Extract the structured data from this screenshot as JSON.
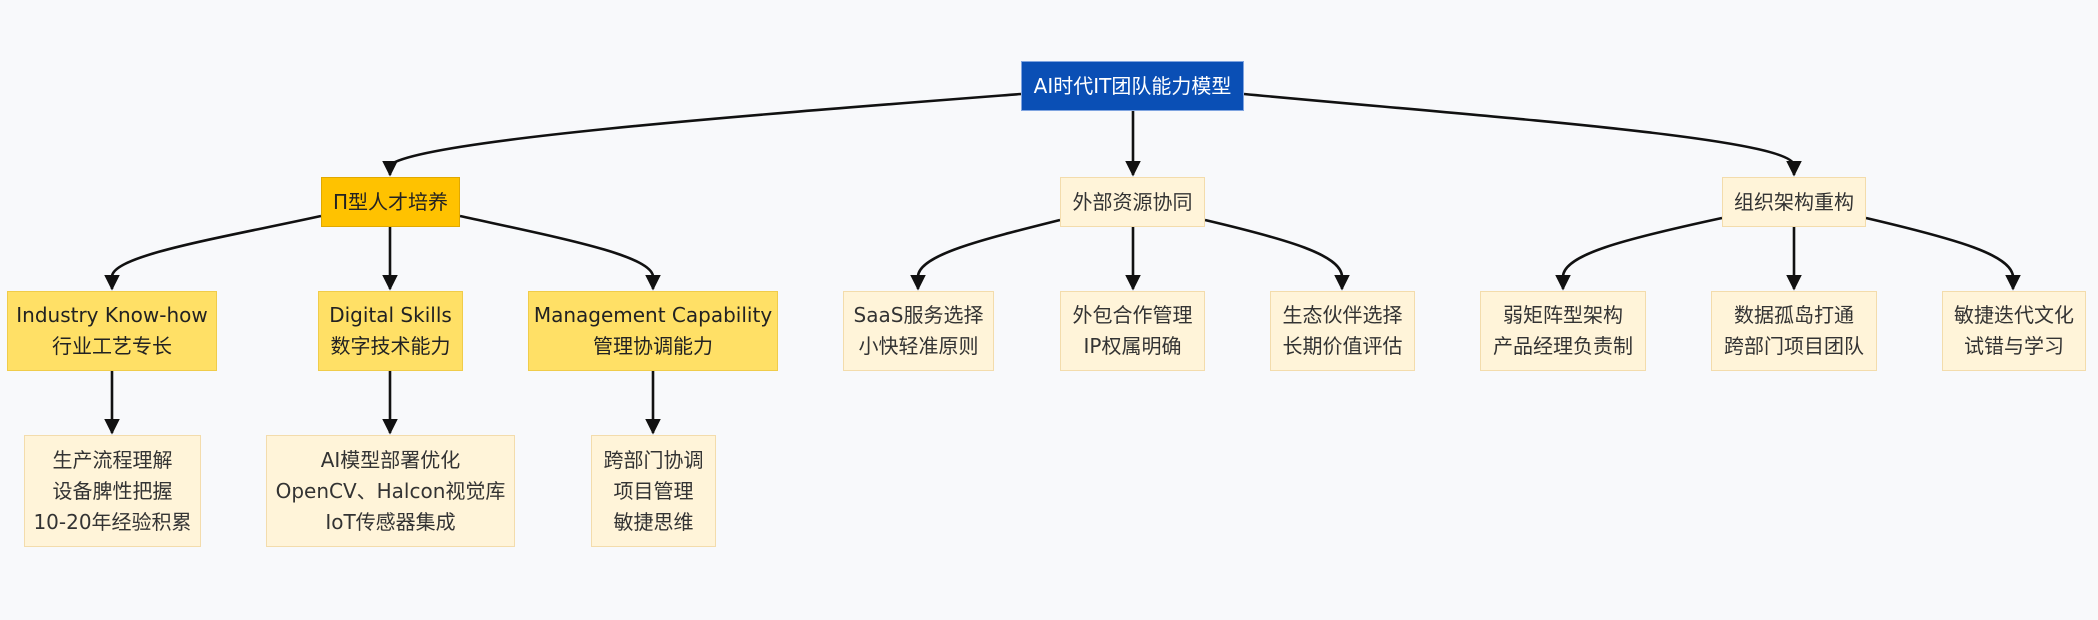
{
  "colors": {
    "edge": "#111111",
    "root_fill": "#0a4fb5",
    "strong_fill": "#ffc200",
    "mid_fill": "#ffe066",
    "light_fill": "#fff4d9"
  },
  "diagram": {
    "root": {
      "lines": [
        "AI时代IT团队能力模型"
      ]
    },
    "pi_talent": {
      "lines": [
        "Π型人才培养"
      ]
    },
    "external": {
      "lines": [
        "外部资源协同"
      ]
    },
    "org": {
      "lines": [
        "组织架构重构"
      ]
    },
    "industry": {
      "lines": [
        "Industry Know-how",
        "行业工艺专长"
      ]
    },
    "digital": {
      "lines": [
        "Digital Skills",
        "数字技术能力"
      ]
    },
    "management": {
      "lines": [
        "Management Capability",
        "管理协调能力"
      ]
    },
    "industry_detail": {
      "lines": [
        "生产流程理解",
        "设备脾性把握",
        "10-20年经验积累"
      ]
    },
    "digital_detail": {
      "lines": [
        "AI模型部署优化",
        "OpenCV、Halcon视觉库",
        "IoT传感器集成"
      ]
    },
    "management_detail": {
      "lines": [
        "跨部门协调",
        "项目管理",
        "敏捷思维"
      ]
    },
    "saas": {
      "lines": [
        "SaaS服务选择",
        "小快轻准原则"
      ]
    },
    "outsourcing": {
      "lines": [
        "外包合作管理",
        "IP权属明确"
      ]
    },
    "ecosystem": {
      "lines": [
        "生态伙伴选择",
        "长期价值评估"
      ]
    },
    "matrix": {
      "lines": [
        "弱矩阵型架构",
        "产品经理负责制"
      ]
    },
    "data_silo": {
      "lines": [
        "数据孤岛打通",
        "跨部门项目团队"
      ]
    },
    "agile": {
      "lines": [
        "敏捷迭代文化",
        "试错与学习"
      ]
    }
  }
}
